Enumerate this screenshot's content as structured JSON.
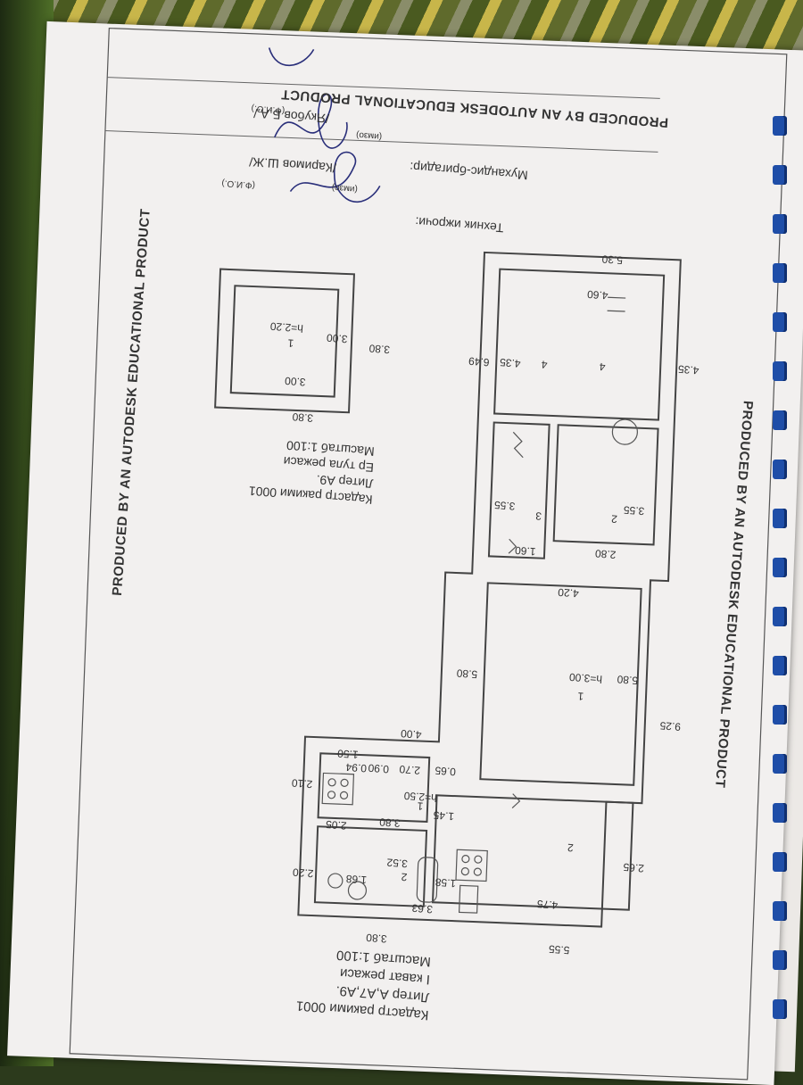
{
  "watermark": "PRODUCED BY AN AUTODESK EDUCATIONAL PRODUCT",
  "signatures": {
    "technician_label": "Техник ижрочи:",
    "technician_name": "/Каримов Ш.Ж/",
    "technician_sign_hint": "(имзо)",
    "technician_fio_hint": "(Ф.И.О.)",
    "engineer_label": "Мухандис-бригадир:",
    "engineer_name": "/Якубов Б.А./",
    "engineer_sign_hint": "(имзо)",
    "engineer_fio_hint": "(Ф.И.О.)"
  },
  "cadastre_1": {
    "number": "Кадастр ракими 0001",
    "liter": "Литер  А9.",
    "plan": "Ер тула режаси",
    "scale": "Масштаб 1:100"
  },
  "cadastre_2": {
    "number": "Кадастр ракими 0001",
    "liter": "Литер  А,А7,А9.",
    "plan": "I кават режаси",
    "scale": "Масштаб 1:100"
  },
  "basement_plan": {
    "outer_top": "3.80",
    "outer_side": "3.80",
    "inner_top": "3.00",
    "inner_side": "3.00",
    "room_no": "1",
    "room_height": "h=2.20"
  },
  "floor_plan": {
    "dims": [
      "5.30",
      "4.60",
      "4.35",
      "4.35",
      "6.49",
      "3.55",
      "3.55",
      "2.80",
      "1.60",
      "4.20",
      "5.80",
      "5.80",
      "9.25",
      "4.00",
      "2.70",
      "0.65",
      "0.90",
      "0.94",
      "1.50",
      "2.10",
      "1.45",
      "3.80",
      "2.05",
      "2.20",
      "3.52",
      "1.68",
      "1.58",
      "3.63",
      "4.75",
      "2.65",
      "5.55",
      "3.80"
    ],
    "rooms": [
      {
        "no": "4",
        "sub": "4"
      },
      {
        "no": "2",
        "sub": "3"
      },
      {
        "no": "1",
        "sub": "h=3.00"
      },
      {
        "no": "2",
        "sub": ""
      },
      {
        "no": "1",
        "sub": "h=2.50"
      },
      {
        "no": "2",
        "sub": ""
      }
    ]
  },
  "colors": {
    "paper": "#f2f0ef",
    "ink": "#333333",
    "binding": "#1f4ea8",
    "pen": "#2a2f7a"
  }
}
